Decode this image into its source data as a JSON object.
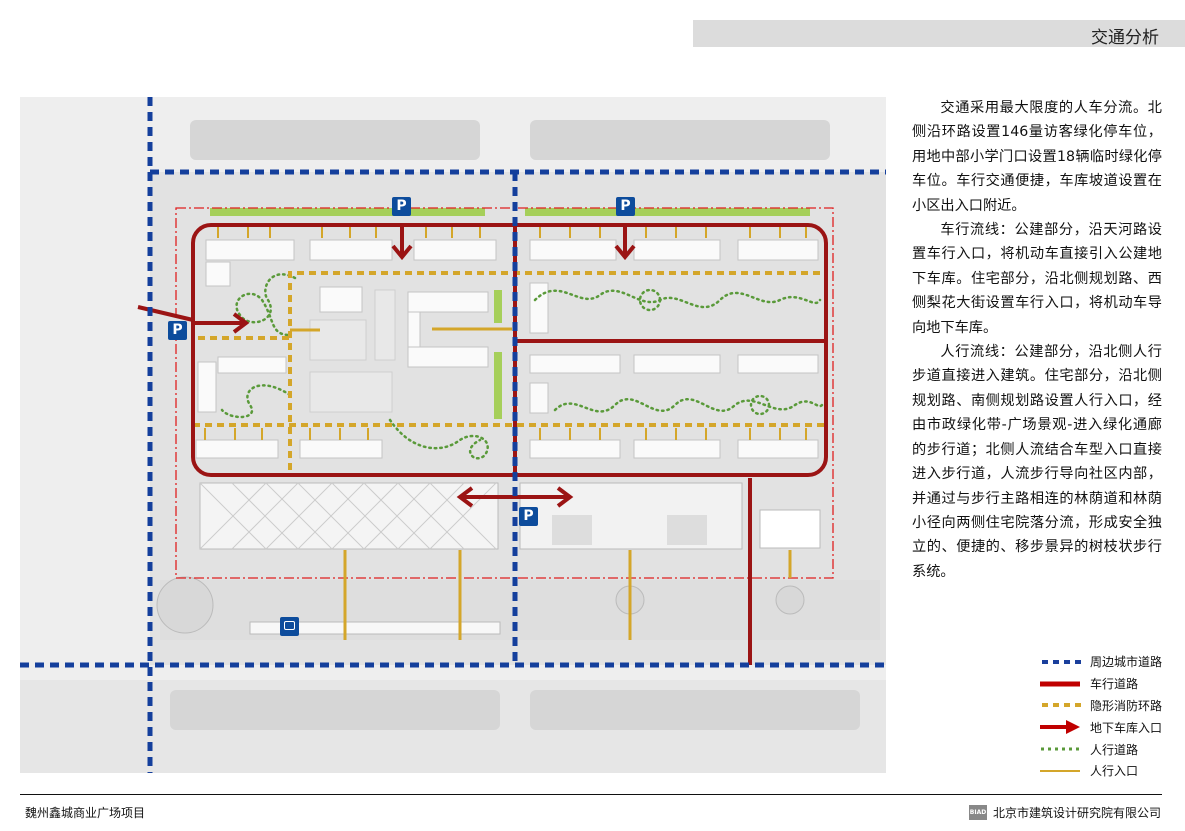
{
  "header": {
    "title": "交通分析"
  },
  "description": {
    "paragraphs": [
      "交通采用最大限度的人车分流。北侧沿环路设置146量访客绿化停车位，用地中部小学门口设置18辆临时绿化停车位。车行交通便捷，车库坡道设置在小区出入口附近。",
      "车行流线：公建部分，沿天河路设置车行入口，将机动车直接引入公建地下车库。住宅部分，沿北侧规划路、西侧梨花大街设置车行入口，将机动车导向地下车库。",
      "人行流线：公建部分，沿北侧人行步道直接进入建筑。住宅部分，沿北侧规划路、南侧规划路设置人行入口，经由市政绿化带-广场景观-进入绿化通廊的步行道；北侧人流结合车型入口直接进入步行道，人流步行导向社区内部，并通过与步行主路相连的林荫道和林荫小径向两侧住宅院落分流，形成安全独立的、便捷的、移步景异的树枝状步行系统。"
    ]
  },
  "plan": {
    "parking_label": "P"
  },
  "legend": [
    {
      "label": "周边城市道路",
      "color": "#1a3f9c",
      "style": "dashed"
    },
    {
      "label": "车行道路",
      "color": "#c00000",
      "style": "solid"
    },
    {
      "label": "隐形消防环路",
      "color": "#d4a62a",
      "style": "dashed"
    },
    {
      "label": "地下车库入口",
      "color": "#c00000",
      "style": "arrow"
    },
    {
      "label": "人行道路",
      "color": "#5a9a3a",
      "style": "dotted"
    },
    {
      "label": "人行入口",
      "color": "#d4a62a",
      "style": "thin"
    }
  ],
  "footer": {
    "project": "魏州鑫城商业广场项目",
    "company": "北京市建筑设计研究院有限公司",
    "logo": "BIAD"
  }
}
